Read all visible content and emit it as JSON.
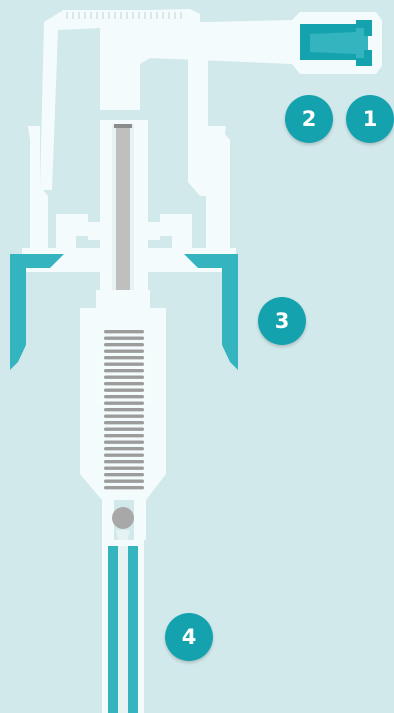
{
  "colors": {
    "background": "#d2e9ec",
    "part_white": "#f4fbfc",
    "accent_teal": "#34b4bf",
    "badge_teal": "#14a3ae",
    "spring_gray": "#9c9c9c",
    "stem_gray": "#bfbfbf",
    "ball_gray": "#a8a8a8"
  },
  "labels": [
    {
      "id": "1",
      "text": "1"
    },
    {
      "id": "2",
      "text": "2"
    },
    {
      "id": "3",
      "text": "3"
    },
    {
      "id": "4",
      "text": "4"
    }
  ]
}
